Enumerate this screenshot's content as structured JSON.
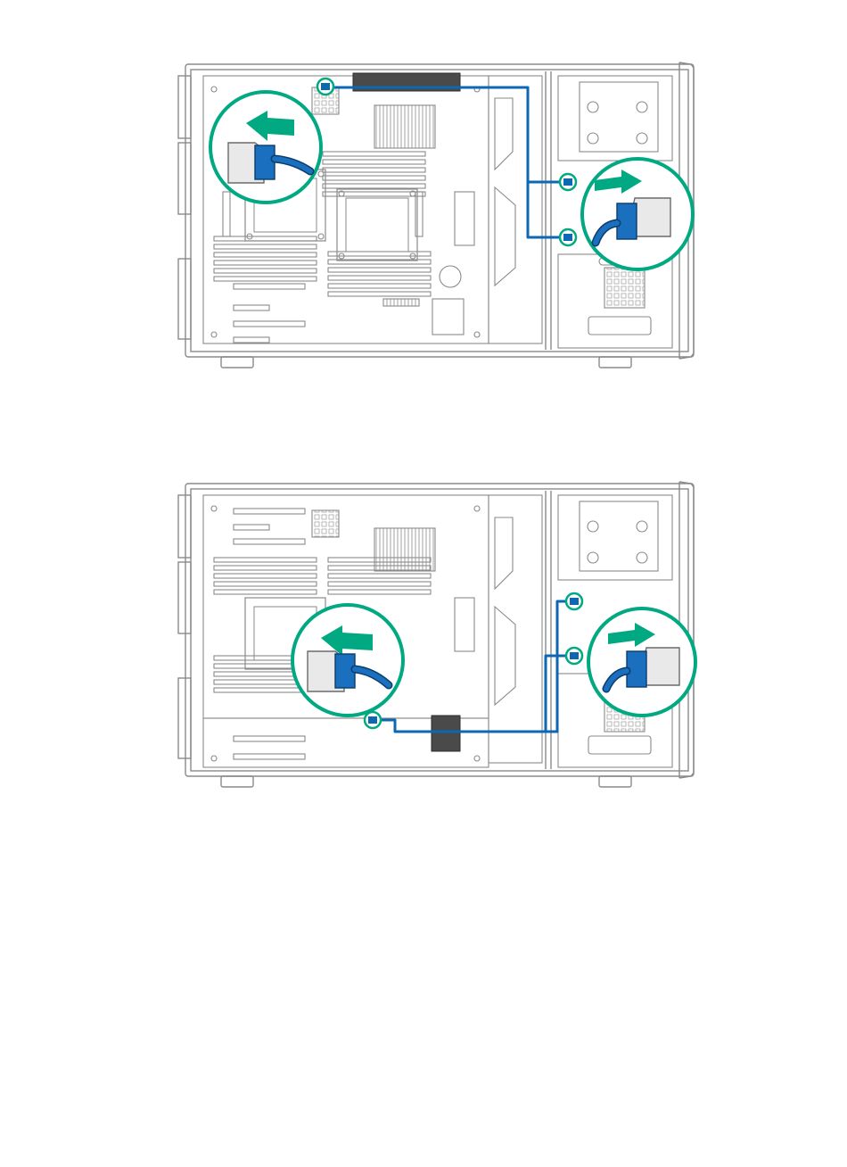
{
  "colors": {
    "cable": "#0e67b3",
    "callout_ring": "#01a982",
    "arrow": "#01a982",
    "line_art": "#8a8a8a",
    "line_art_light": "#b5b5b5",
    "connector_body": "#1a6fbf",
    "connector_housing": "#e9e9e9",
    "shaded_part": "#4a4a4a"
  },
  "figures": [
    {
      "name": "top-diagram",
      "arrows": [
        "left",
        "right"
      ]
    },
    {
      "name": "bottom-diagram",
      "arrows": [
        "left",
        "right"
      ]
    }
  ]
}
